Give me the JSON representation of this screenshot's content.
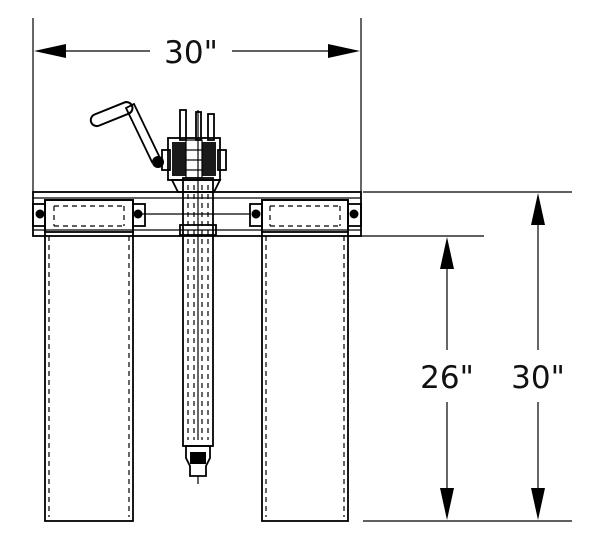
{
  "dimensions": {
    "top_width": "30\"",
    "inner_height": "26\"",
    "outer_height": "30\""
  }
}
